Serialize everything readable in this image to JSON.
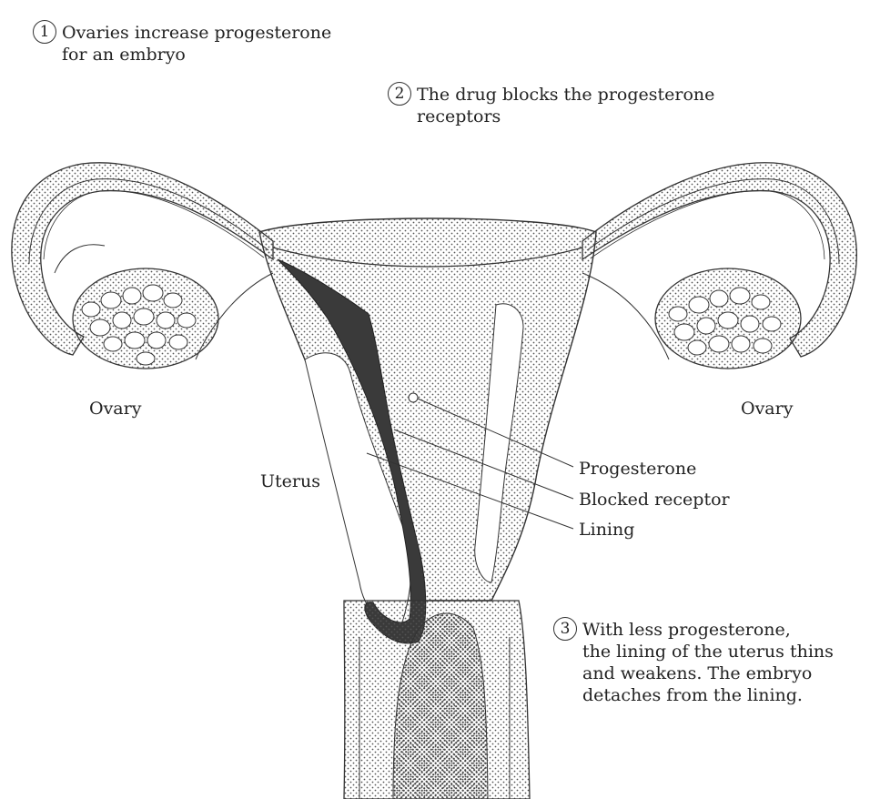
{
  "steps": [
    {
      "number": "1",
      "text": "Ovaries increase progesterone\nfor an embryo"
    },
    {
      "number": "2",
      "text": "The drug blocks the progesterone\nreceptors"
    },
    {
      "number": "3",
      "text": "With less progesterone,\nthe lining of the uterus thins\nand weakens. The embryo\ndetaches from the lining."
    }
  ],
  "labels": {
    "ovary_left": "Ovary",
    "ovary_right": "Ovary",
    "uterus": "Uterus",
    "progesterone": "Progesterone",
    "blocked_receptor": "Blocked receptor",
    "lining": "Lining"
  },
  "colors": {
    "outline": "#333333",
    "stipple": "#555555",
    "lining_dark": "#3a3a3a"
  }
}
